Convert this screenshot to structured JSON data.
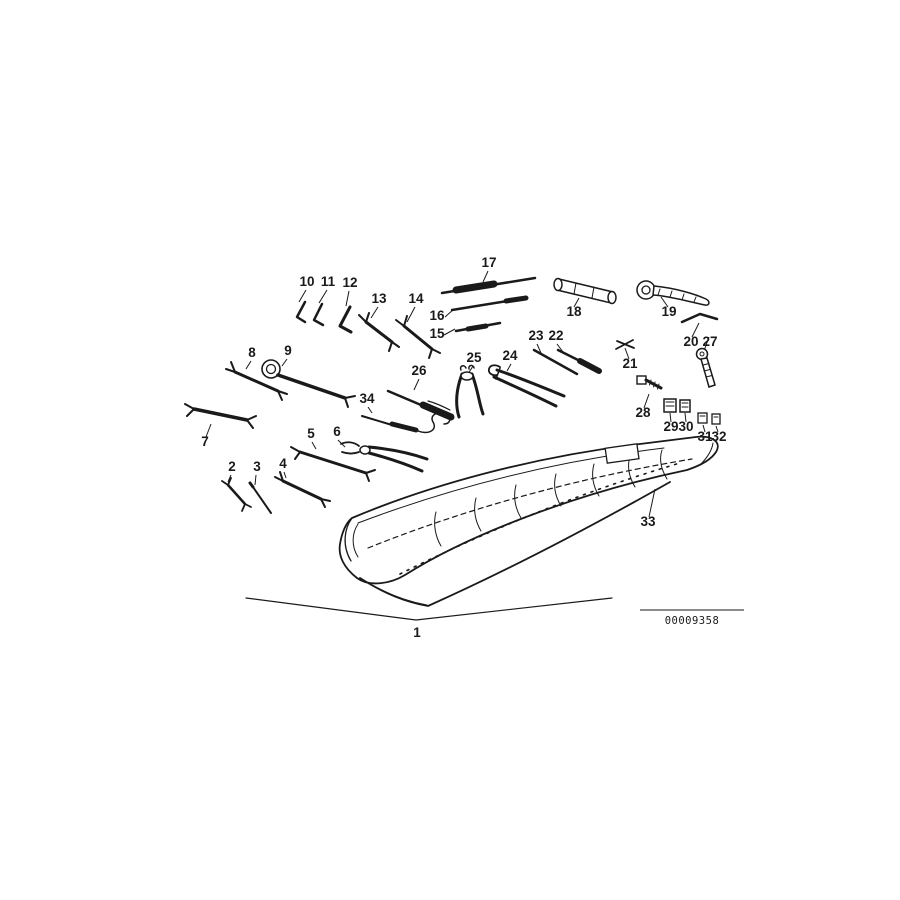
{
  "title": "Tool kit exploded parts diagram",
  "part_code": "00009358",
  "colors": {
    "line": "#1a1a1a",
    "background": "#ffffff"
  },
  "labels": {
    "n1": "1",
    "n2": "2",
    "n3": "3",
    "n4": "4",
    "n5": "5",
    "n6": "6",
    "n7": "7",
    "n8": "8",
    "n9": "9",
    "n10": "10",
    "n11": "11",
    "n12": "12",
    "n13": "13",
    "n14": "14",
    "n15": "15",
    "n16": "16",
    "n17": "17",
    "n18": "18",
    "n19": "19",
    "n20": "20",
    "n21": "21",
    "n22": "22",
    "n23": "23",
    "n24": "24",
    "n25": "25",
    "n26": "26",
    "n27": "27",
    "n28": "28",
    "n29": "29",
    "n30": "30",
    "n31": "31",
    "n32": "32",
    "n33": "33",
    "n34": "34"
  },
  "parts": {
    "1": "tool roll complete",
    "33": "tool bag",
    "7": "double open-end wrench",
    "9": "combination wrench",
    "6": "combination pliers",
    "24": "water pump pliers",
    "25": "pliers",
    "17": "screwdriver",
    "26": "screwdriver",
    "18": "box spanner",
    "19": "spark plug wrench",
    "27": "ratchet",
    "34": "test lead",
    "10": "allen key",
    "11": "allen key",
    "12": "allen key"
  }
}
